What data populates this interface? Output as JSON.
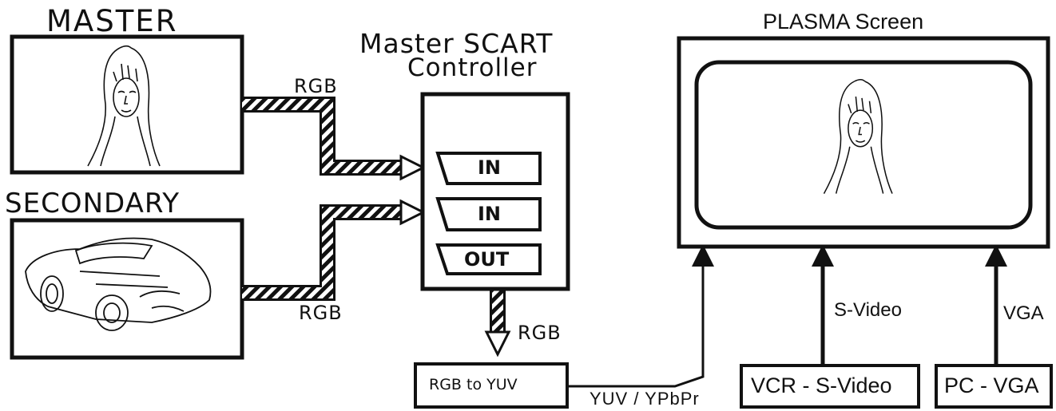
{
  "sources": {
    "master_title": "MASTER",
    "secondary_title": "SECONDARY"
  },
  "controller": {
    "title_line1": "Master SCART",
    "title_line2": "Controller",
    "port_in_1": "IN",
    "port_in_2": "IN",
    "port_out": "OUT"
  },
  "connections": {
    "master_to_controller": "RGB",
    "secondary_to_controller": "RGB",
    "controller_to_converter": "RGB",
    "converter_to_plasma": "YUV / YPbPr",
    "vcr_to_plasma": "S-Video",
    "pc_to_plasma": "VGA"
  },
  "devices": {
    "converter": "RGB to YUV",
    "vcr": "VCR - S-Video",
    "pc": "PC - VGA"
  },
  "display": {
    "title": "PLASMA Screen"
  }
}
